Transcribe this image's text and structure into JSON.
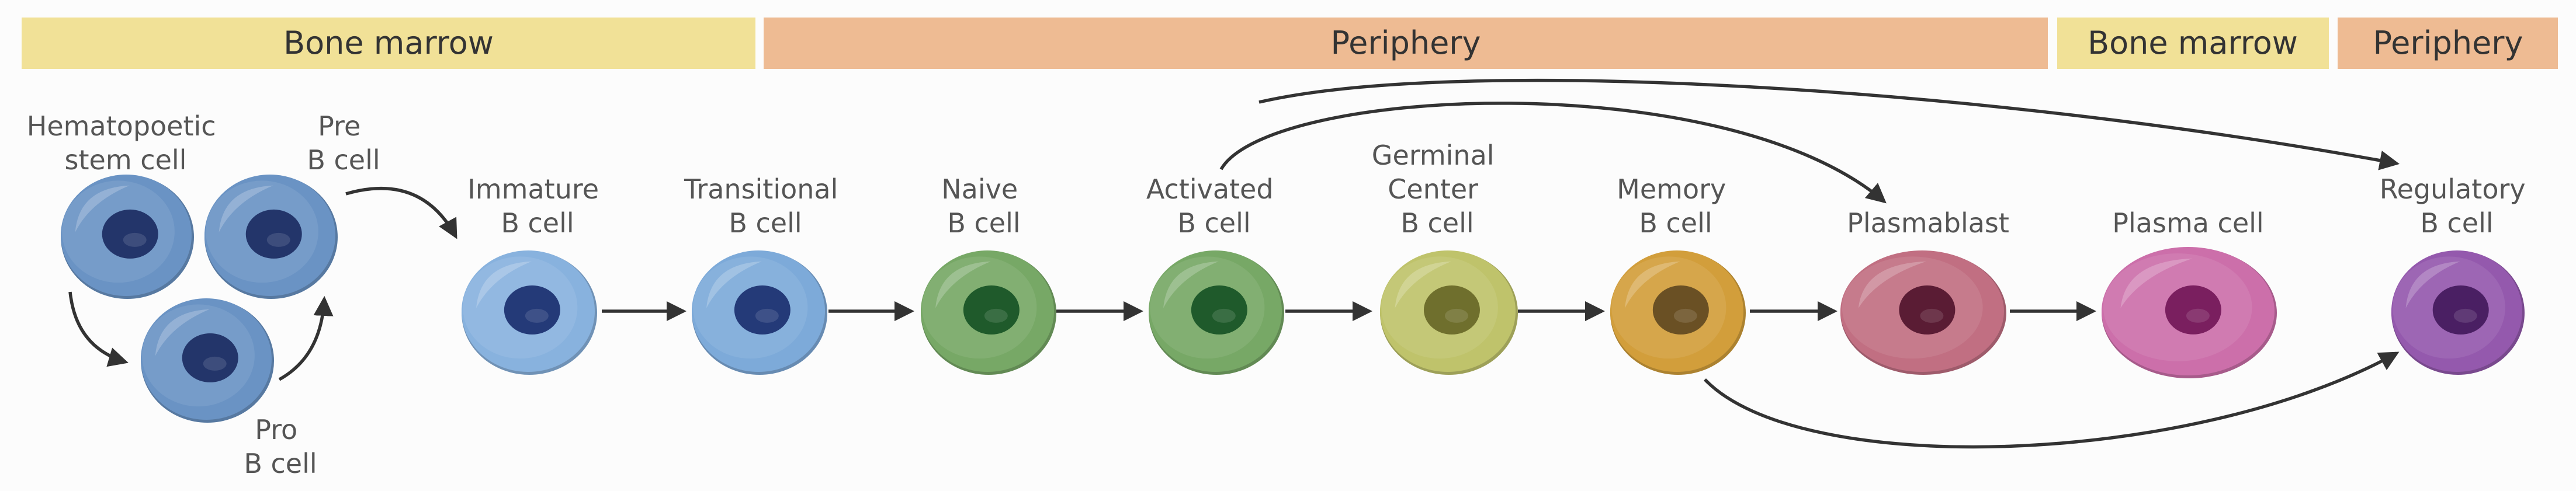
{
  "bands": [
    {
      "id": "bm1",
      "label": "Bone marrow",
      "color": "#f1e197"
    },
    {
      "id": "per1",
      "label": "Periphery",
      "color": "#eebb93"
    },
    {
      "id": "bm2",
      "label": "Bone marrow",
      "color": "#f1e197"
    },
    {
      "id": "per2",
      "label": "Periphery",
      "color": "#eebb93"
    }
  ],
  "cells": [
    {
      "id": "hsc",
      "lines": [
        "Hematopoetic",
        "stem cell"
      ],
      "body": "#6a93c4",
      "nucleus": "#23356a"
    },
    {
      "id": "pre",
      "lines": [
        "Pre",
        "B cell"
      ],
      "body": "#6a93c4",
      "nucleus": "#23356a"
    },
    {
      "id": "pro",
      "lines": [
        "Pro",
        "B cell"
      ],
      "body": "#6a93c4",
      "nucleus": "#23356a"
    },
    {
      "id": "immature",
      "lines": [
        "Immature",
        "B cell"
      ],
      "body": "#88b2de",
      "nucleus": "#243a78"
    },
    {
      "id": "transitional",
      "lines": [
        "Transitional",
        "B cell"
      ],
      "body": "#7daad9",
      "nucleus": "#243a78"
    },
    {
      "id": "naive",
      "lines": [
        "Naive",
        "B cell"
      ],
      "body": "#77a866",
      "nucleus": "#1f5a2b"
    },
    {
      "id": "activated",
      "lines": [
        "Activated",
        "B cell"
      ],
      "body": "#77a866",
      "nucleus": "#1f5a2b"
    },
    {
      "id": "germinal",
      "lines": [
        "Germinal",
        "Center",
        "B cell"
      ],
      "body": "#bfc36b",
      "nucleus": "#6f6f2d"
    },
    {
      "id": "memory",
      "lines": [
        "Memory",
        "B cell"
      ],
      "body": "#d29e3b",
      "nucleus": "#6a5024"
    },
    {
      "id": "plasmablast",
      "lines": [
        "Plasmablast"
      ],
      "body": "#c16f82",
      "nucleus": "#5a1c34"
    },
    {
      "id": "plasma",
      "lines": [
        "Plasma cell"
      ],
      "body": "#cc6faa",
      "nucleus": "#7a1f5f"
    },
    {
      "id": "regulatory",
      "lines": [
        "Regulatory",
        "B cell"
      ],
      "body": "#9459ad",
      "nucleus": "#4a1f63"
    }
  ],
  "links": [
    {
      "from": "hsc",
      "to": "pro"
    },
    {
      "from": "pro",
      "to": "pre"
    },
    {
      "from": "pre",
      "to": "immature"
    },
    {
      "from": "immature",
      "to": "transitional"
    },
    {
      "from": "transitional",
      "to": "naive"
    },
    {
      "from": "naive",
      "to": "activated"
    },
    {
      "from": "activated",
      "to": "germinal"
    },
    {
      "from": "germinal",
      "to": "memory"
    },
    {
      "from": "memory",
      "to": "plasmablast"
    },
    {
      "from": "plasmablast",
      "to": "plasma"
    },
    {
      "from": "activated",
      "to": "plasmablast"
    },
    {
      "from": "activated",
      "to": "regulatory"
    },
    {
      "from": "memory",
      "to": "regulatory"
    }
  ]
}
